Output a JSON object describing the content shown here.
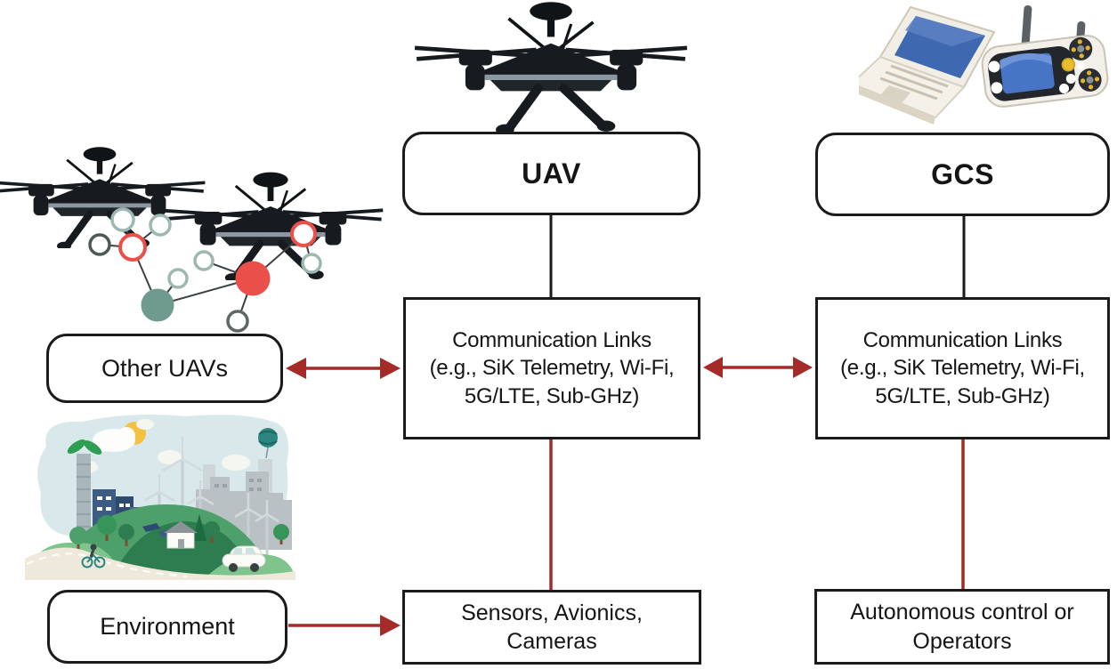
{
  "colors": {
    "accent_red": "#A42B28",
    "ink": "#1b1b1b",
    "node_teal": "#6F9A8E",
    "node_red": "#EA4F4A"
  },
  "nodes": {
    "uav": {
      "label": "UAV"
    },
    "gcs": {
      "label": "GCS"
    },
    "comm_uav": {
      "lines": [
        "Communication Links",
        "(e.g., SiK Telemetry, Wi-Fi,",
        "5G/LTE, Sub-GHz)"
      ]
    },
    "comm_gcs": {
      "lines": [
        "Communication Links",
        "(e.g., SiK Telemetry, Wi-Fi,",
        "5G/LTE, Sub-GHz)"
      ]
    },
    "other_uavs": {
      "label": "Other UAVs"
    },
    "environment": {
      "label": "Environment"
    },
    "sensors": {
      "lines": [
        "Sensors, Avionics,",
        "Cameras"
      ]
    },
    "autonomous": {
      "lines": [
        "Autonomous control or",
        "Operators"
      ]
    }
  },
  "illustrations": [
    {
      "name": "uav-drone-illustration"
    },
    {
      "name": "swarm-drone-1-illustration"
    },
    {
      "name": "swarm-drone-2-illustration"
    },
    {
      "name": "swarm-network-illustration"
    },
    {
      "name": "gcs-laptop-controller-illustration"
    },
    {
      "name": "environment-illustration"
    }
  ]
}
